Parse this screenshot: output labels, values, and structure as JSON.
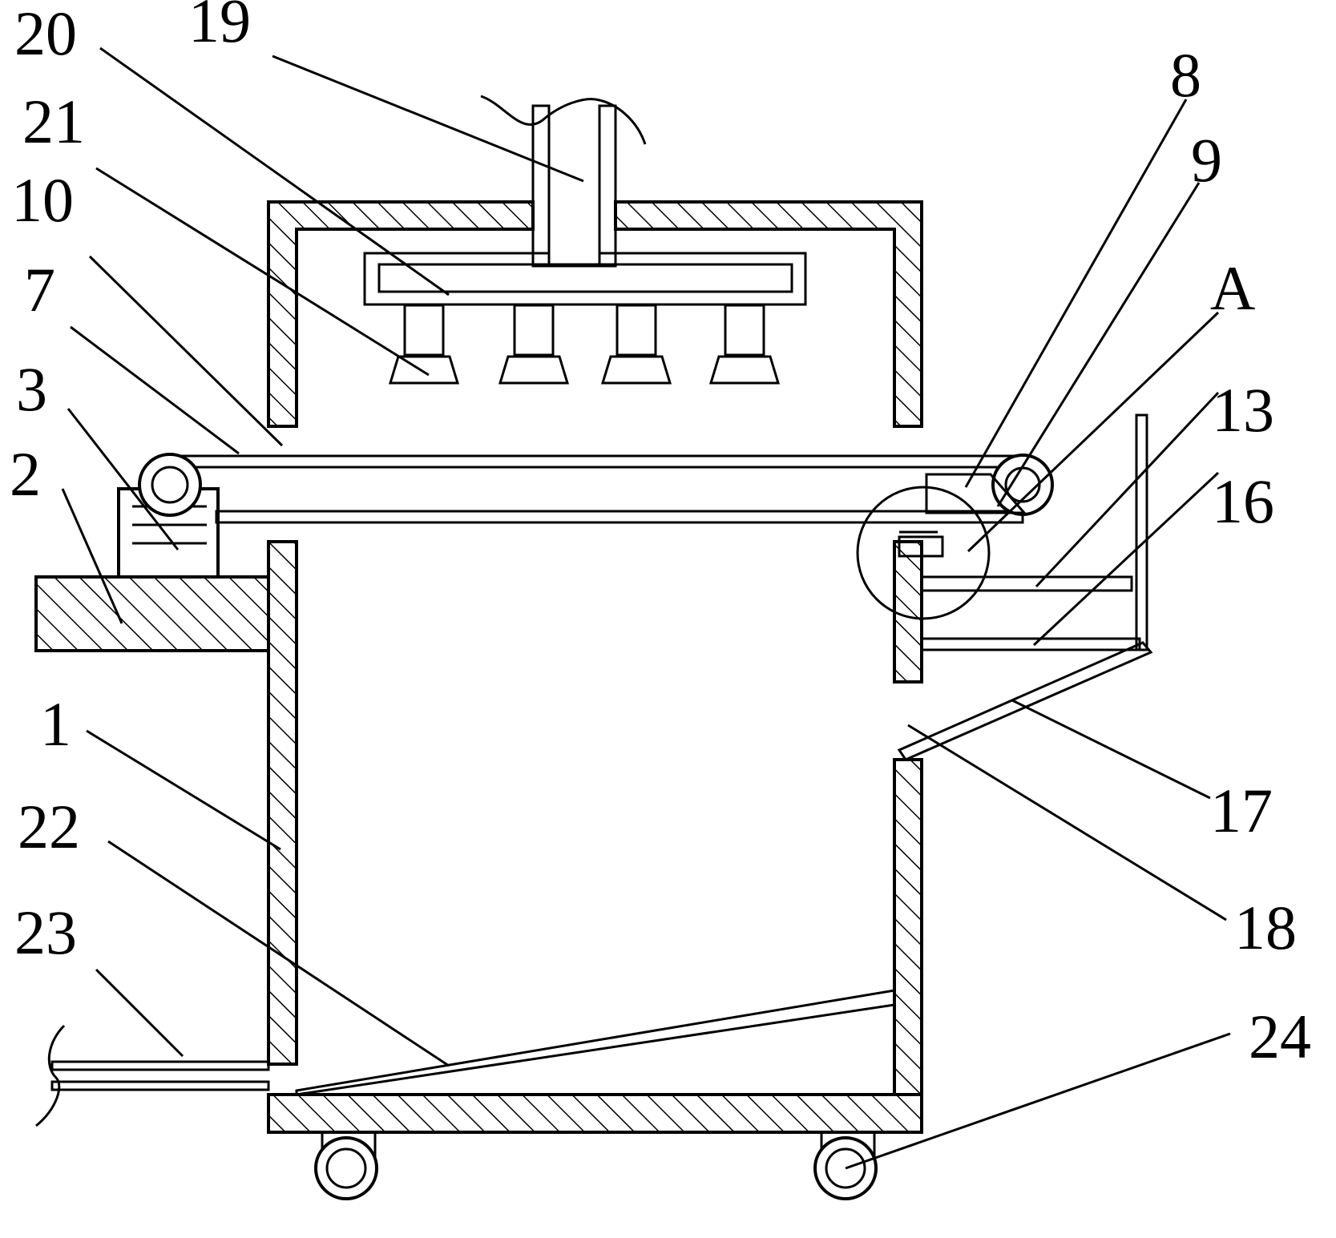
{
  "diagram": {
    "kind": "mechanical-patent-drawing",
    "colors": {
      "line": "#000000",
      "background": "#ffffff"
    },
    "labels": {
      "l1": "1",
      "l2": "2",
      "l3": "3",
      "l7": "7",
      "l8": "8",
      "l9": "9",
      "l10": "10",
      "l13": "13",
      "l16": "16",
      "l17": "17",
      "l18": "18",
      "l19": "19",
      "l20": "20",
      "l21": "21",
      "l22": "22",
      "l23": "23",
      "l24": "24",
      "lA": "A"
    }
  }
}
